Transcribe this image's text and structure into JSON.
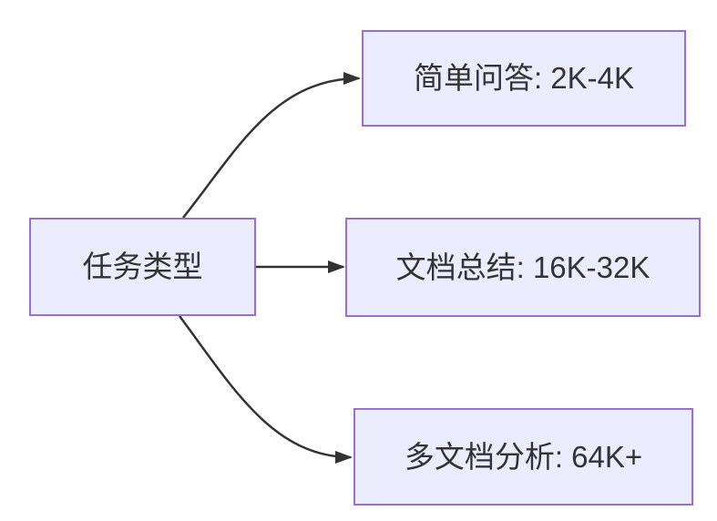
{
  "theme": {
    "background": "#ffffff",
    "node_fill": "#ECECFF",
    "node_border": "#9370DB",
    "edge_color": "#333333",
    "text_color": "#333333"
  },
  "nodes": {
    "root": {
      "label": "任务类型"
    },
    "simple_qa": {
      "label": "简单问答: 2K-4K"
    },
    "doc_summary": {
      "label": "文档总结: 16K-32K"
    },
    "multi_doc": {
      "label": "多文档分析: 64K+"
    }
  },
  "edges": [
    {
      "from": "任务类型",
      "to": "简单问答: 2K-4K"
    },
    {
      "from": "任务类型",
      "to": "文档总结: 16K-32K"
    },
    {
      "from": "任务类型",
      "to": "多文档分析: 64K+"
    }
  ]
}
